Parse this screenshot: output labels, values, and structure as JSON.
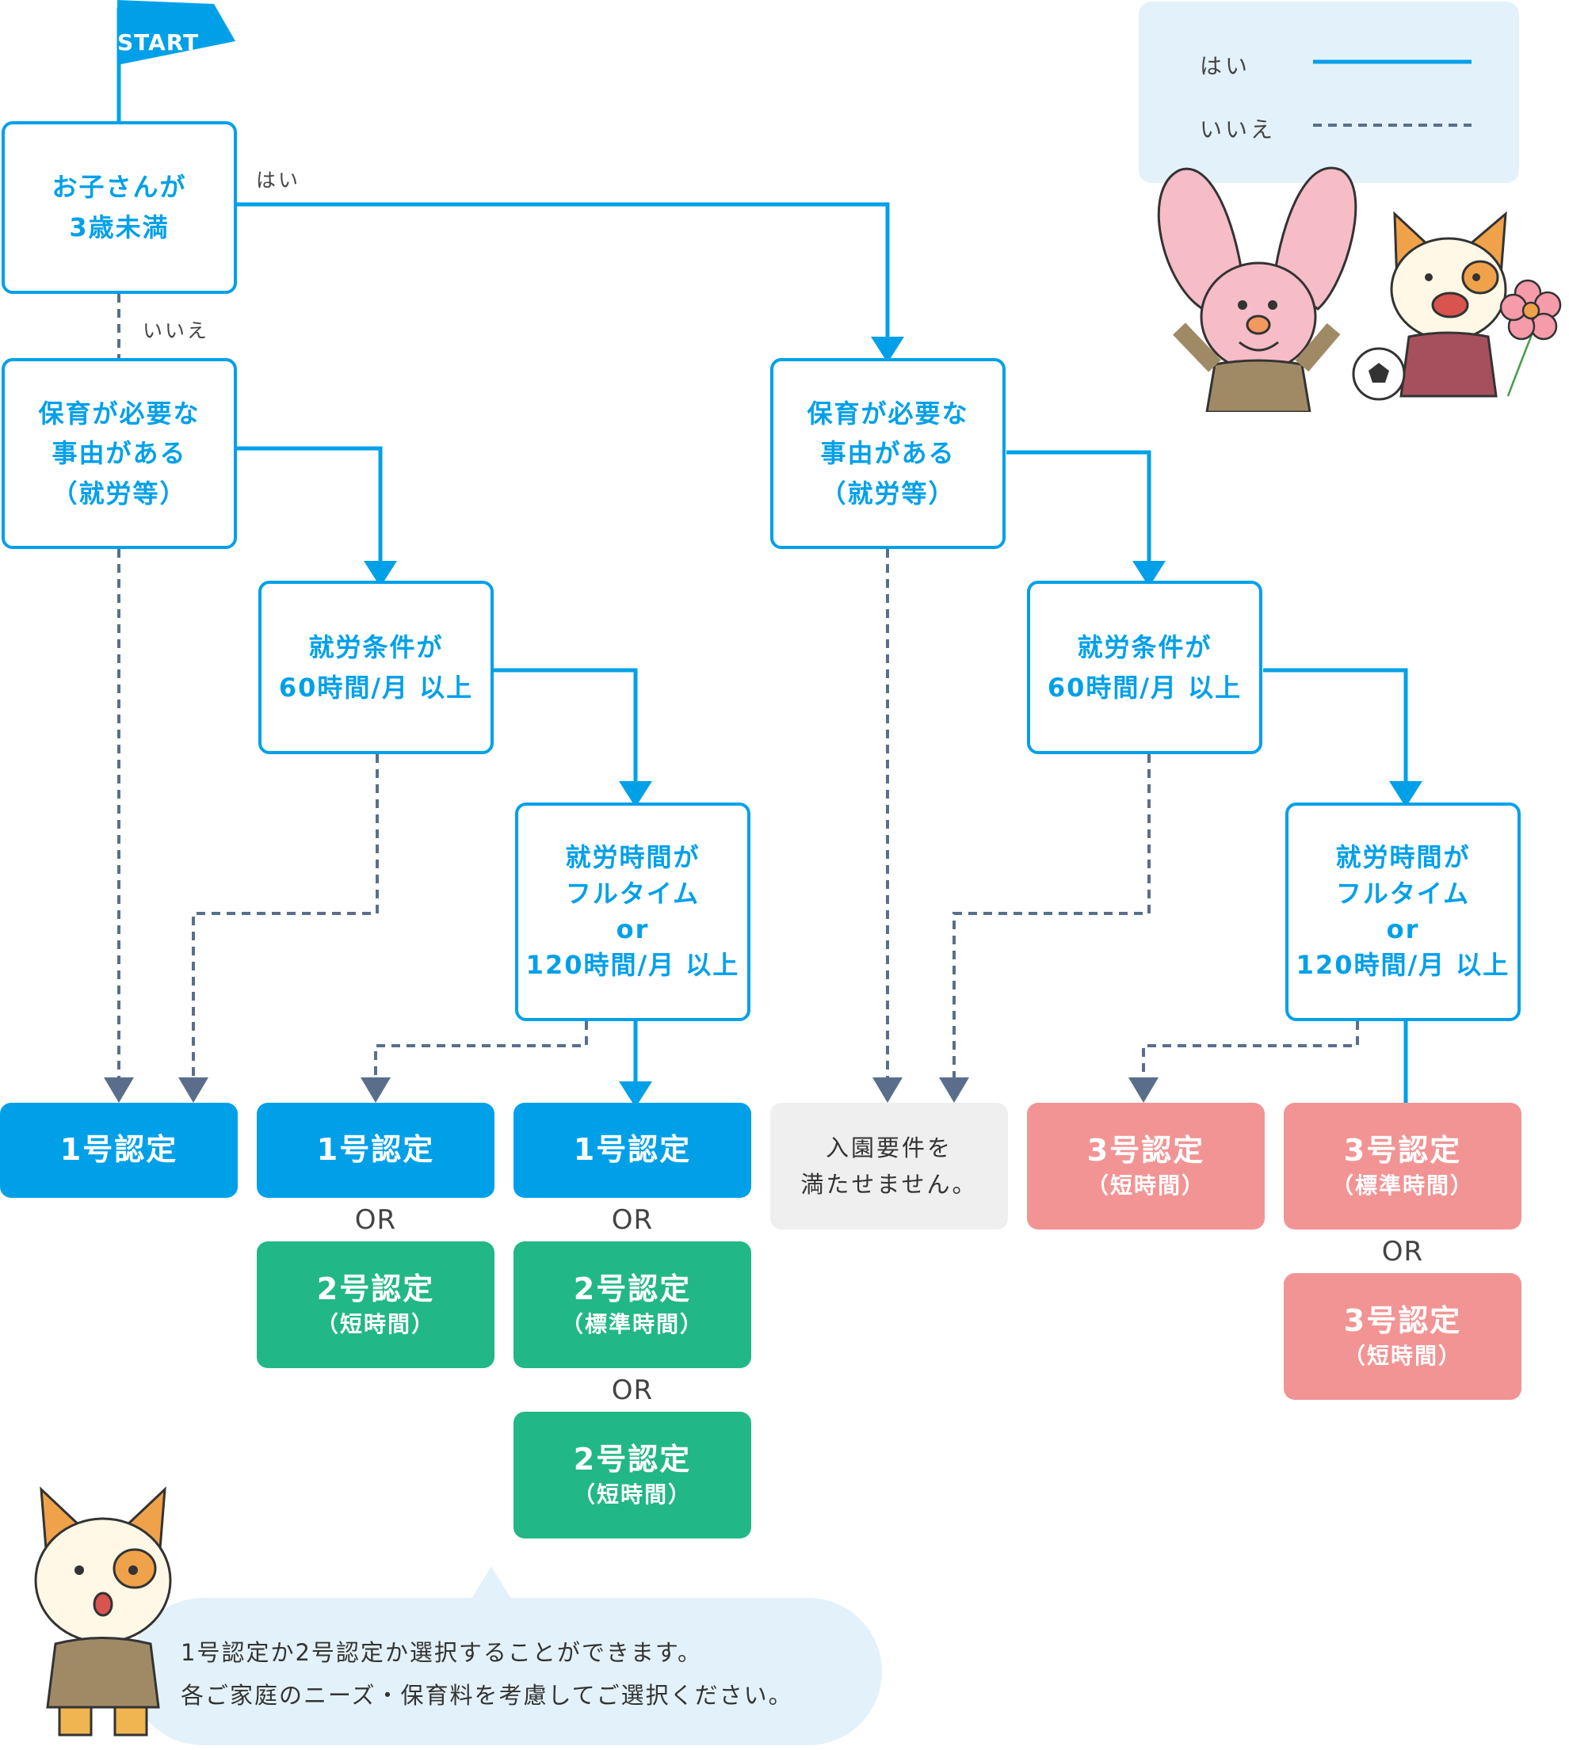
{
  "legend": {
    "yes": "はい",
    "no": "いいえ",
    "yes_color": "#00A0E9",
    "no_color": "#5A6E8C"
  },
  "start": "START",
  "labels": {
    "yes": "はい",
    "no": "いいえ"
  },
  "questions": {
    "age": [
      "お子さんが",
      "3歳未満"
    ],
    "need_left": [
      "保育が必要な",
      "事由がある",
      "（就労等）"
    ],
    "need_right": [
      "保育が必要な",
      "事由がある",
      "（就労等）"
    ],
    "hours60_left": [
      "就労条件が",
      "60時間/月 以上"
    ],
    "hours60_right": [
      "就労条件が",
      "60時間/月 以上"
    ],
    "fulltime_left": [
      "就労時間が",
      "フルタイム",
      "or",
      "120時間/月 以上"
    ],
    "fulltime_right": [
      "就労時間が",
      "フルタイム",
      "or",
      "120時間/月 以上"
    ]
  },
  "results": {
    "r1": {
      "main": "1号認定"
    },
    "r2": {
      "main": "1号認定"
    },
    "r2b": {
      "main": "2号認定",
      "sub": "（短時間）"
    },
    "r3": {
      "main": "1号認定"
    },
    "r3b": {
      "main": "2号認定",
      "sub": "（標準時間）"
    },
    "r3c": {
      "main": "2号認定",
      "sub": "（短時間）"
    },
    "r4": [
      "入園要件を",
      "満たせません。"
    ],
    "r5": {
      "main": "3号認定",
      "sub": "（短時間）"
    },
    "r6": {
      "main": "3号認定",
      "sub": "（標準時間）"
    },
    "r6b": {
      "main": "3号認定",
      "sub": "（短時間）"
    }
  },
  "or": "OR",
  "note": [
    "1号認定か2号認定か選択することができます。",
    "各ご家庭のニーズ・保育料を考慮してご選択ください。"
  ],
  "colors": {
    "blue": "#00A0E9",
    "green": "#22B786",
    "pink": "#F29494",
    "gray": "#EFEFEF",
    "dash": "#5A6E8C"
  }
}
